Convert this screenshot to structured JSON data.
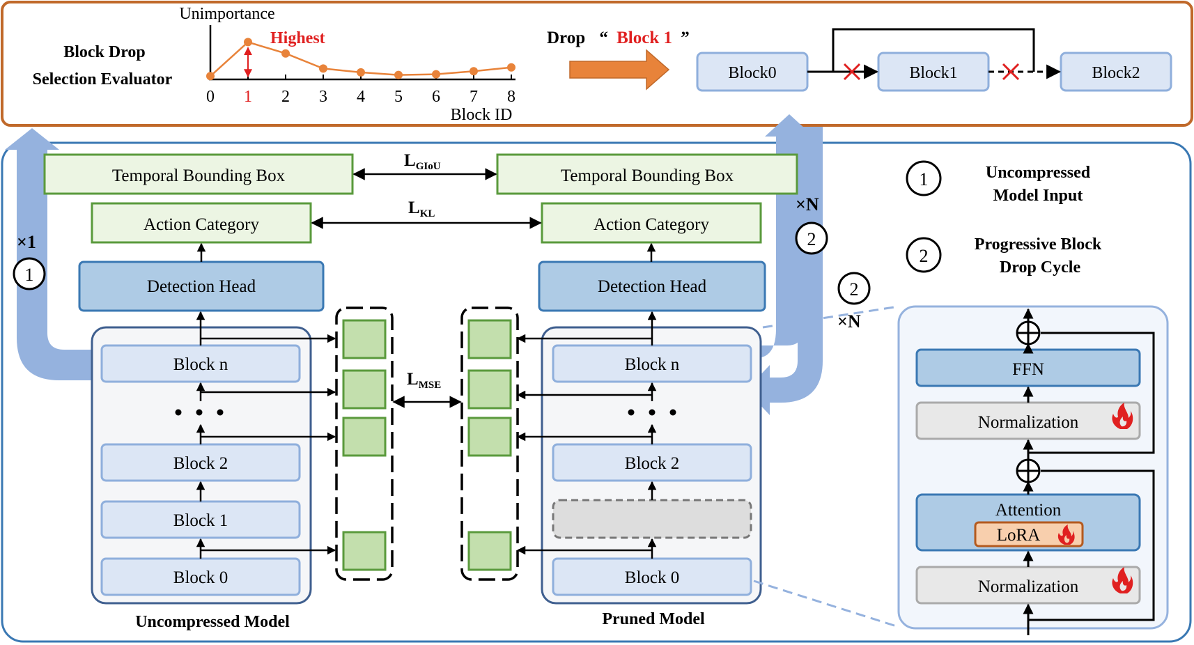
{
  "evaluator": {
    "title_line1": "Block Drop",
    "title_line2": "Selection Evaluator",
    "ylabel": "Unimportance",
    "xlabel": "Block ID",
    "highest_label": "Highest"
  },
  "chart_data": {
    "type": "line",
    "title": "",
    "xlabel": "Block ID",
    "ylabel": "Unimportance",
    "x": [
      0,
      1,
      2,
      3,
      4,
      5,
      6,
      7,
      8
    ],
    "tick_labels": [
      "0",
      "1",
      "2",
      "3",
      "4",
      "5",
      "6",
      "7",
      "8"
    ],
    "values": [
      0.05,
      0.95,
      0.65,
      0.25,
      0.15,
      0.08,
      0.1,
      0.18,
      0.28
    ],
    "highlight_index": 1,
    "ylim": [
      0,
      1.4
    ],
    "grid": false,
    "color": "#e8833a"
  },
  "drop": {
    "prefix": "Drop",
    "open_quote": "“",
    "block": "Block 1",
    "close_quote": "”"
  },
  "top_blocks": [
    "Block0",
    "Block1",
    "Block2"
  ],
  "left": {
    "bbox": "Temporal Bounding Box",
    "action": "Action Category",
    "head": "Detection Head",
    "blocks": [
      "Block n",
      "Block 2",
      "Block 1",
      "Block 0"
    ],
    "caption": "Uncompressed Model"
  },
  "right": {
    "bbox": "Temporal Bounding Box",
    "action": "Action Category",
    "head": "Detection Head",
    "blocks": [
      "Block n",
      "Block 2",
      "Block 0"
    ],
    "caption": "Pruned Model"
  },
  "losses": {
    "giou_main": "L",
    "giou_sub": "GIoU",
    "kl_main": "L",
    "kl_sub": "KL",
    "mse_main": "L",
    "mse_sub": "MSE"
  },
  "markers": {
    "x1": "×1",
    "xN": "×N",
    "one": "1",
    "two": "2"
  },
  "legend": {
    "item1_line1": "Uncompressed",
    "item1_line2": "Model Input",
    "item2_line1": "Progressive Block",
    "item2_line2": "Drop Cycle"
  },
  "detail": {
    "ffn": "FFN",
    "norm_top": "Normalization",
    "attention": "Attention",
    "lora": "LoRA",
    "norm_bottom": "Normalization"
  },
  "colors": {
    "top_border": "#c0692a",
    "main_border": "#3a78b3",
    "green_fill": "#ecf5e3",
    "green_border": "#5a9a3c",
    "head_fill": "#aecbe5",
    "block_fill": "#dce6f5",
    "block_border": "#8fafdc",
    "model_border": "#3f5f8f",
    "wide_arrow": "#95b2de",
    "orange_arrow": "#e8833a",
    "red": "#e02020",
    "lora_fill": "#f8cfad",
    "lora_border": "#b45a1e",
    "norm_fill": "#e8e8e8"
  }
}
